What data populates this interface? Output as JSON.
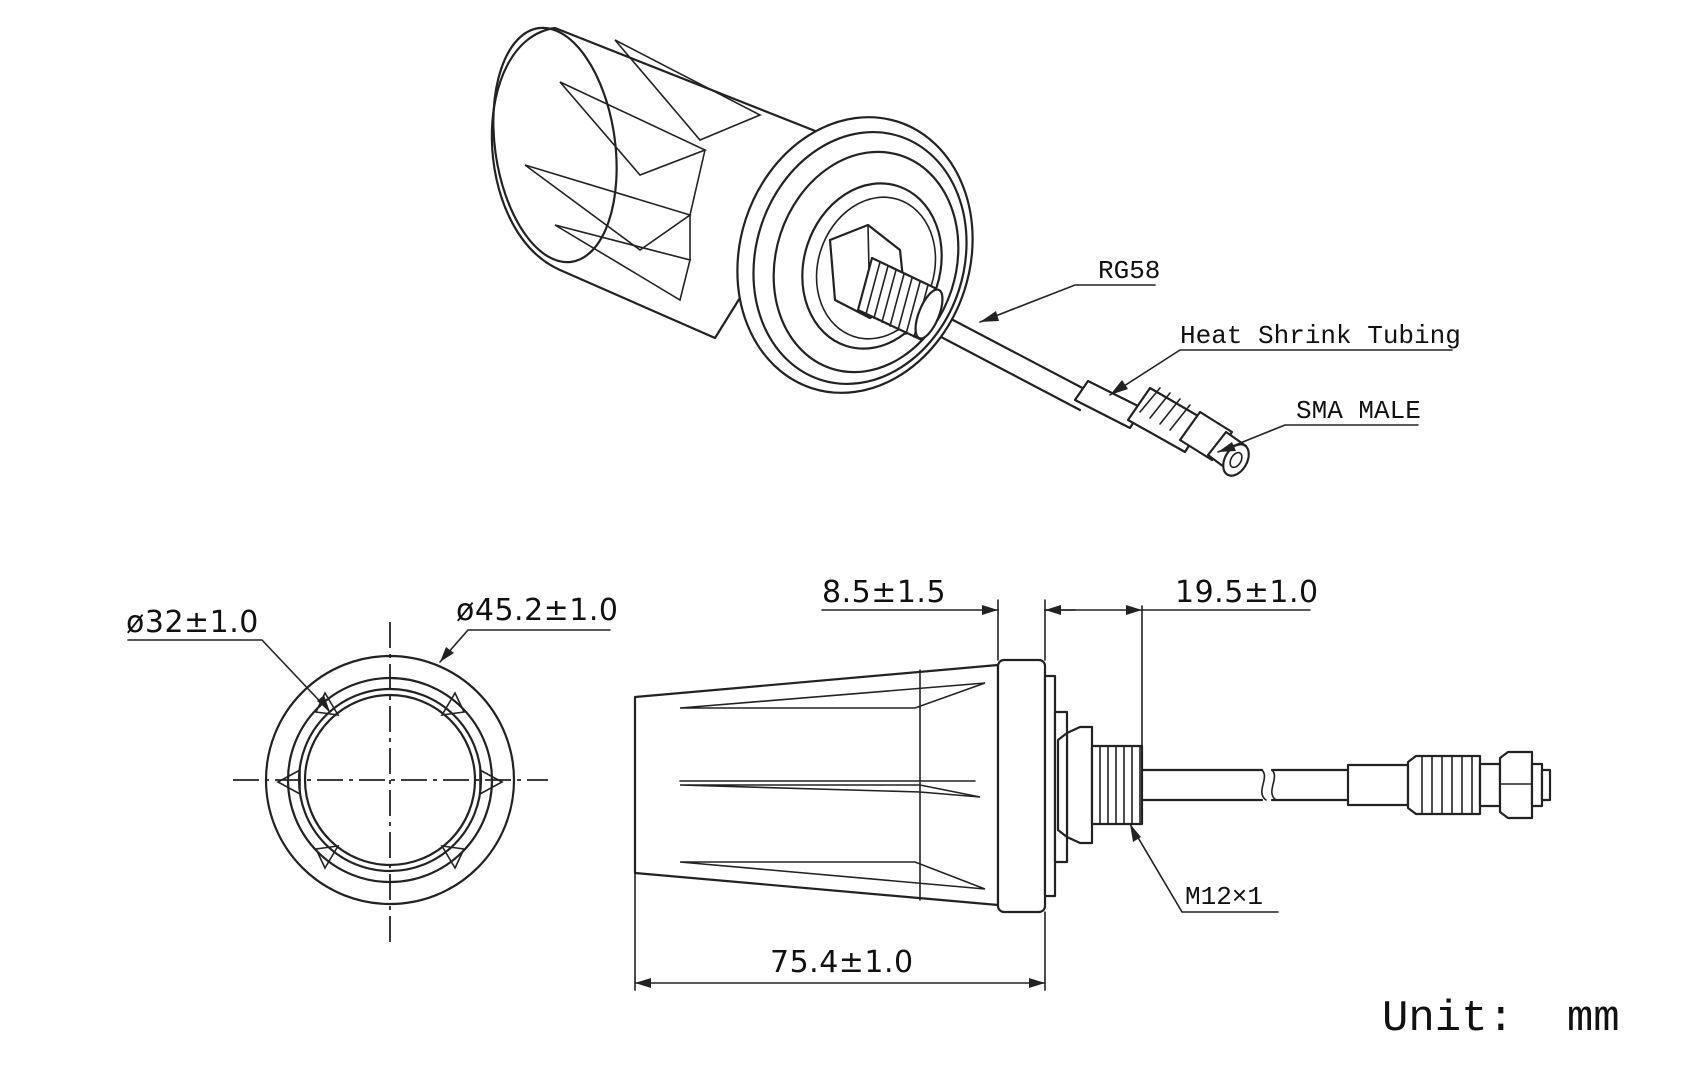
{
  "callouts": {
    "cable": "RG58",
    "tubing": "Heat Shrink Tubing",
    "connector": "SMA MALE",
    "thread": "M12×1"
  },
  "dimensions": {
    "inner_diameter": "ø32±1.0",
    "outer_diameter": "ø45.2±1.0",
    "flange_thickness": "8.5±1.5",
    "thread_length": "19.5±1.0",
    "overall_length": "75.4±1.0"
  },
  "unit_note": "Unit:  mm"
}
